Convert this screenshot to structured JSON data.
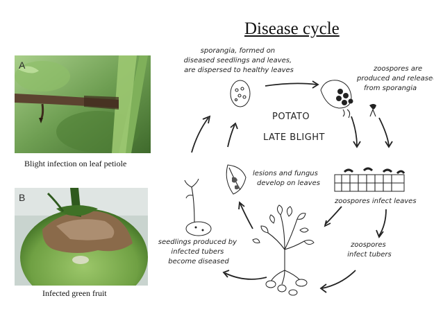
{
  "title": "Disease cycle",
  "photos": [
    {
      "letter": "A",
      "caption": "Blight infection on leaf petiole"
    },
    {
      "letter": "B",
      "caption": "Infected green fruit"
    }
  ],
  "diagram": {
    "center_line1": "POTATO",
    "center_line2": "LATE BLIGHT",
    "stages": {
      "sporangia": [
        "sporangia, formed on",
        "diseased seedlings and leaves,",
        "are dispersed to healthy leaves"
      ],
      "zoospores_released": [
        "zoospores are",
        "produced and released",
        "from sporangia"
      ],
      "infect_leaves": [
        "zoospores infect leaves"
      ],
      "infect_tubers": [
        "zoospores",
        "infect tubers"
      ],
      "seedlings": [
        "seedlings produced by",
        "infected tubers",
        "become diseased"
      ],
      "lesions": [
        "lesions and fungus",
        "develop on leaves"
      ]
    }
  }
}
